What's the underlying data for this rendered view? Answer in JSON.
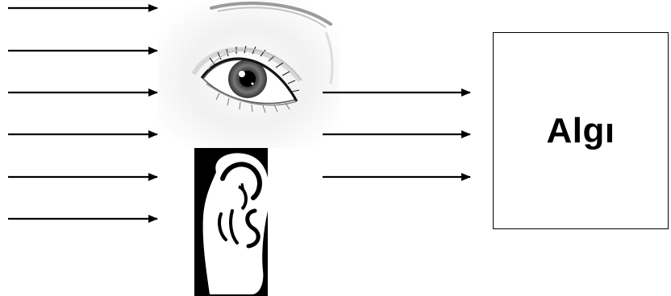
{
  "diagram": {
    "output_label": "Algı",
    "stimuli": {
      "incoming_arrow_count": 6,
      "outgoing_arrow_count": 3
    },
    "icons": [
      "eye-icon",
      "ear-icon"
    ],
    "colors": {
      "line": "#000000",
      "background": "#ffffff",
      "ear_background": "#000000",
      "ear_fill": "#ffffff"
    }
  }
}
